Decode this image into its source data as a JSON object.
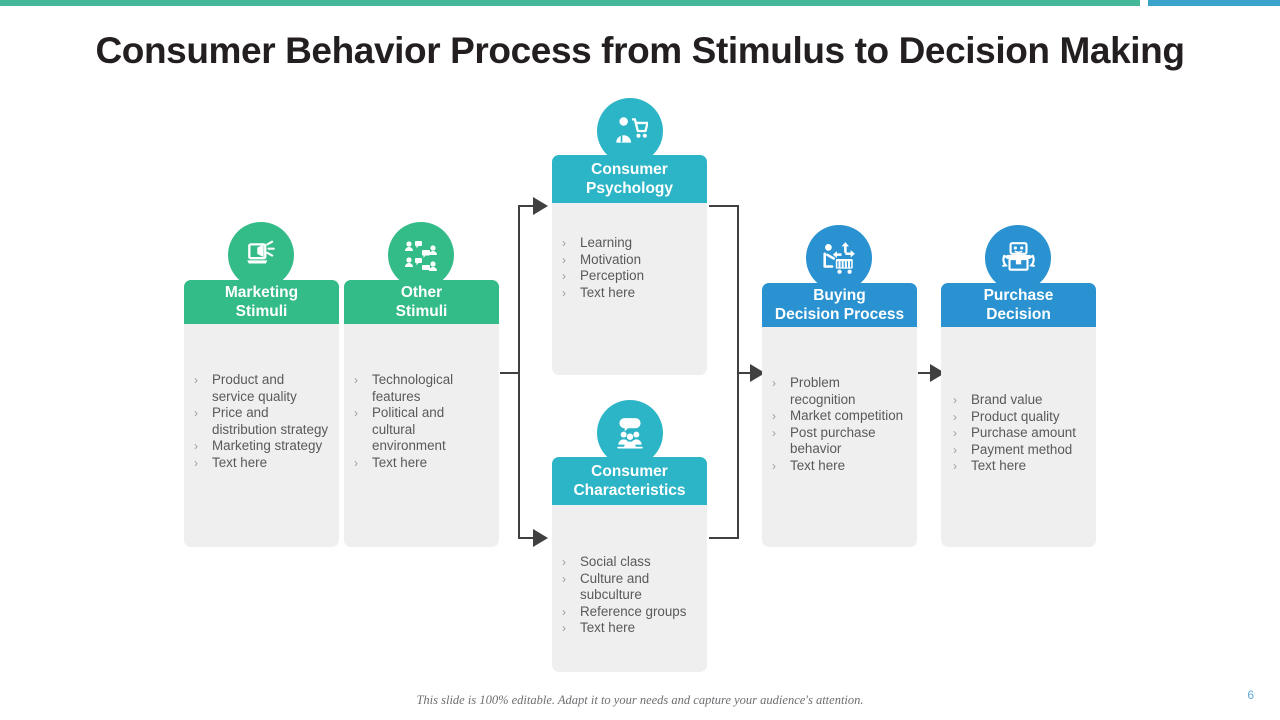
{
  "slide": {
    "title": "Consumer Behavior Process from Stimulus to Decision Making",
    "footnote": "This slide is 100% editable. Adapt it to your needs and capture your audience's attention.",
    "page_number": "6"
  },
  "colors": {
    "green": "#33bb88",
    "teal": "#2cb5c7",
    "blue": "#2a92d0",
    "body_gray": "#efefef",
    "text_gray": "#58595b",
    "topbar_green": "#45b89a",
    "topbar_blue": "#3aa3c9",
    "connector": "#404041"
  },
  "cards": [
    {
      "id": "marketing-stimuli",
      "title_line1": "Marketing",
      "title_line2": "Stimuli",
      "accent": "#33bb88",
      "icon": "megaphone-laptop-icon",
      "bullets": [
        "Product and service quality",
        "Price and distribution strategy",
        "Marketing strategy",
        "Text here"
      ]
    },
    {
      "id": "other-stimuli",
      "title_line1": "Other",
      "title_line2": "Stimuli",
      "accent": "#33bb88",
      "icon": "people-network-icon",
      "bullets": [
        "Technological features",
        "Political and cultural environment",
        "Text here"
      ]
    },
    {
      "id": "consumer-psychology",
      "title_line1": "Consumer",
      "title_line2": "Psychology",
      "accent": "#2cb5c7",
      "icon": "shopper-cart-icon",
      "bullets": [
        "Learning",
        "Motivation",
        "Perception",
        "Text here"
      ]
    },
    {
      "id": "consumer-characteristics",
      "title_line1": "Consumer",
      "title_line2": "Characteristics",
      "accent": "#2cb5c7",
      "icon": "group-speech-bubble-icon",
      "bullets": [
        "Social class",
        "Culture and subculture",
        "Reference groups",
        "Text here"
      ]
    },
    {
      "id": "buying-decision-process",
      "title_line1": "Buying",
      "title_line2": "Decision Process",
      "accent": "#2a92d0",
      "icon": "shopping-cart-direction-icon",
      "bullets": [
        "Problem recognition",
        "Market competition",
        "Post purchase behavior",
        "Text here"
      ]
    },
    {
      "id": "purchase-decision",
      "title_line1": "Purchase",
      "title_line2": "Decision",
      "accent": "#2a92d0",
      "icon": "package-return-icon",
      "bullets": [
        "Brand value",
        "Product quality",
        "Purchase amount",
        "Payment method",
        "Text here"
      ]
    }
  ]
}
